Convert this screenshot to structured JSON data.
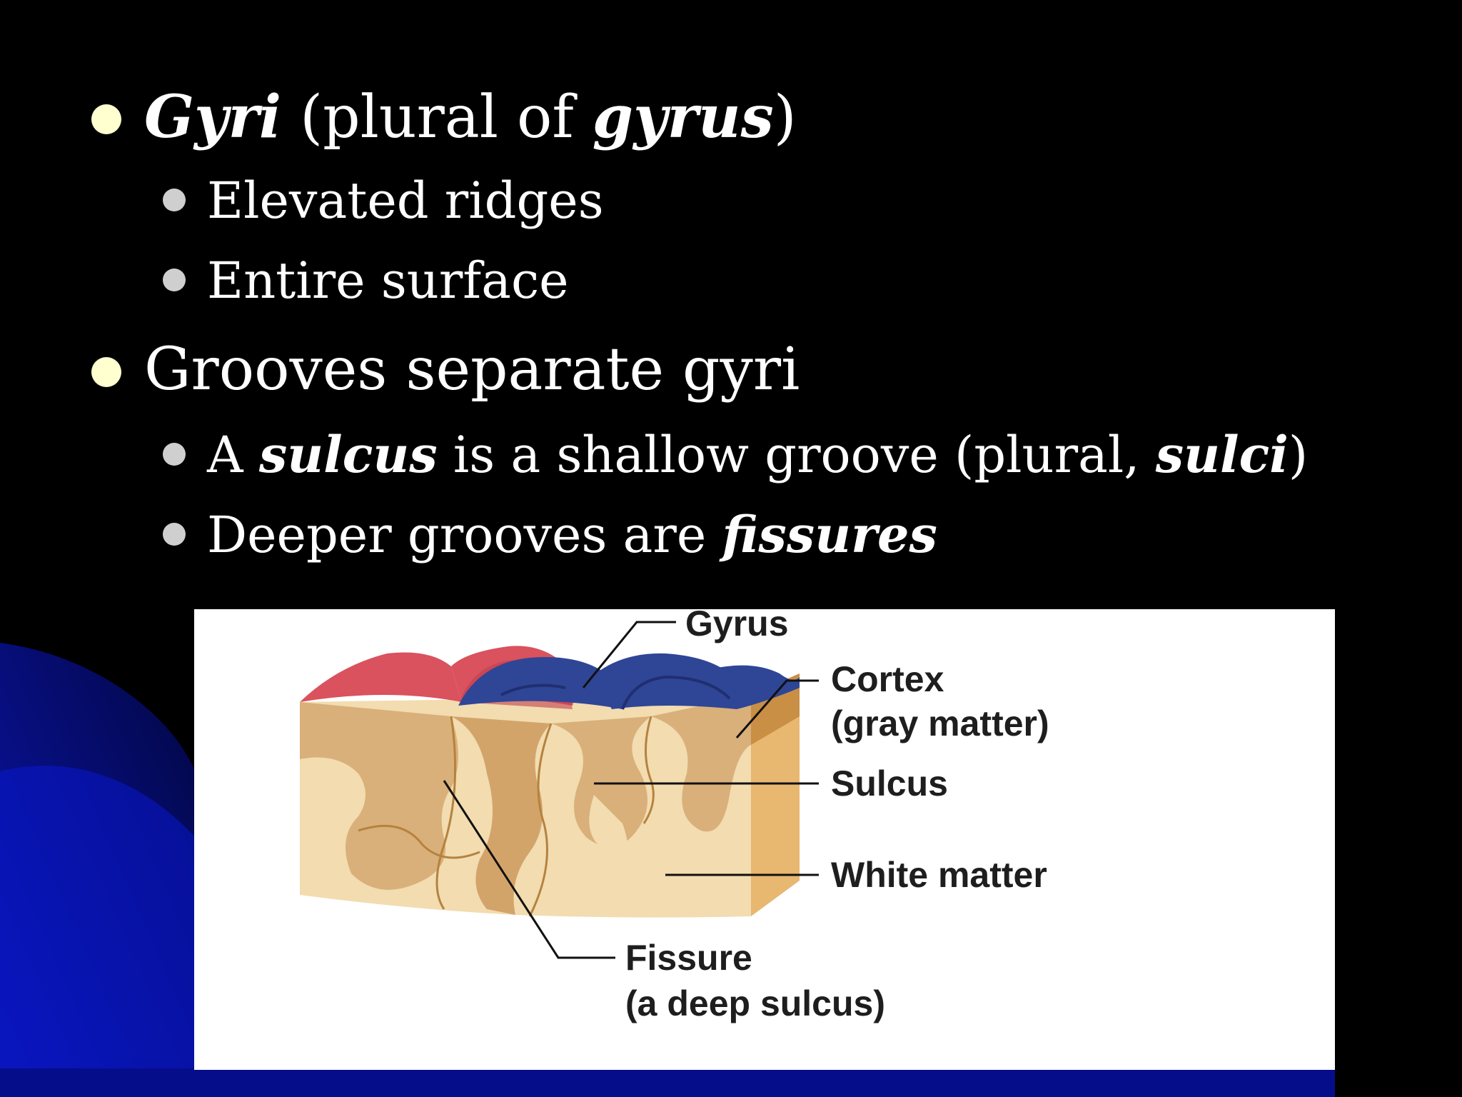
{
  "bullets": {
    "b1": {
      "term": "Gyri",
      "mid": " (plural of ",
      "term2": "gyrus",
      "end": ")"
    },
    "b1_1": "Elevated ridges",
    "b1_2": "Entire surface",
    "b2": "Grooves separate gyri",
    "b2_1": {
      "pre": "A ",
      "term": "sulcus",
      "mid": " is a shallow groove (plural, ",
      "term2": "sulci",
      "end": ")"
    },
    "b2_2": {
      "pre": "Deeper grooves are ",
      "term": "fissures"
    }
  },
  "diagram": {
    "labels": {
      "gyrus": "Gyrus",
      "cortex_line1": "Cortex",
      "cortex_line2": "(gray matter)",
      "sulcus": "Sulcus",
      "white_matter": "White matter",
      "fissure_line1": "Fissure",
      "fissure_line2": "(a deep sulcus)"
    },
    "colors": {
      "gyrus_left": "#d9525e",
      "gyrus_blue": "#2f4596",
      "cortex_tan": "#d9b07a",
      "white_matter": "#f2dcb0",
      "side_face": "#e8b770"
    }
  },
  "theme": {
    "background": "#000000",
    "accent_blue": "#0a14c8",
    "bullet_yellow": "#ffffd0"
  }
}
